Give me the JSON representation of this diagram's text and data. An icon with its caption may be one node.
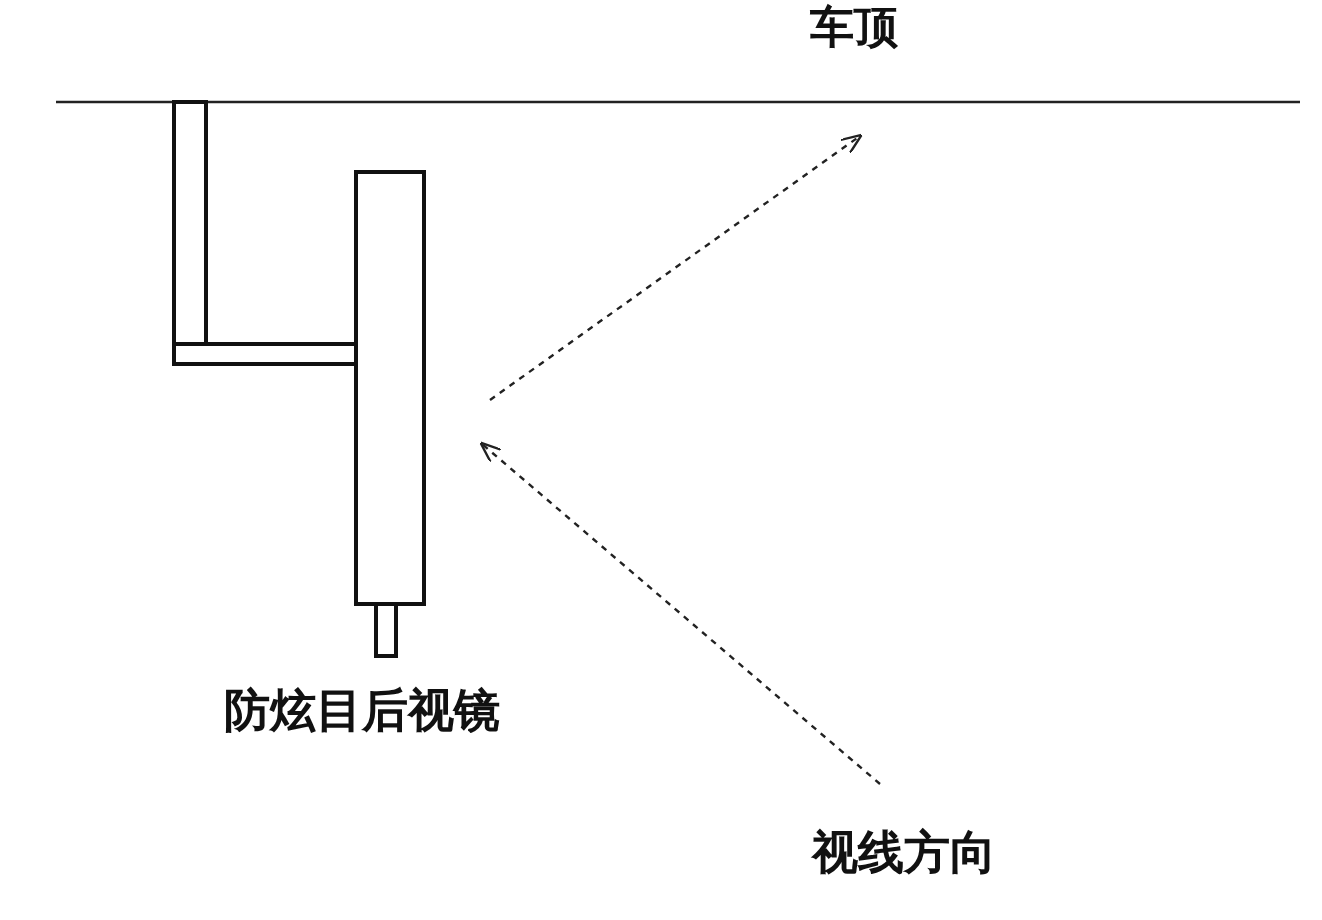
{
  "diagram": {
    "labels": [
      "车顶",
      "防炫目后视镜",
      "视线方向"
    ]
  }
}
